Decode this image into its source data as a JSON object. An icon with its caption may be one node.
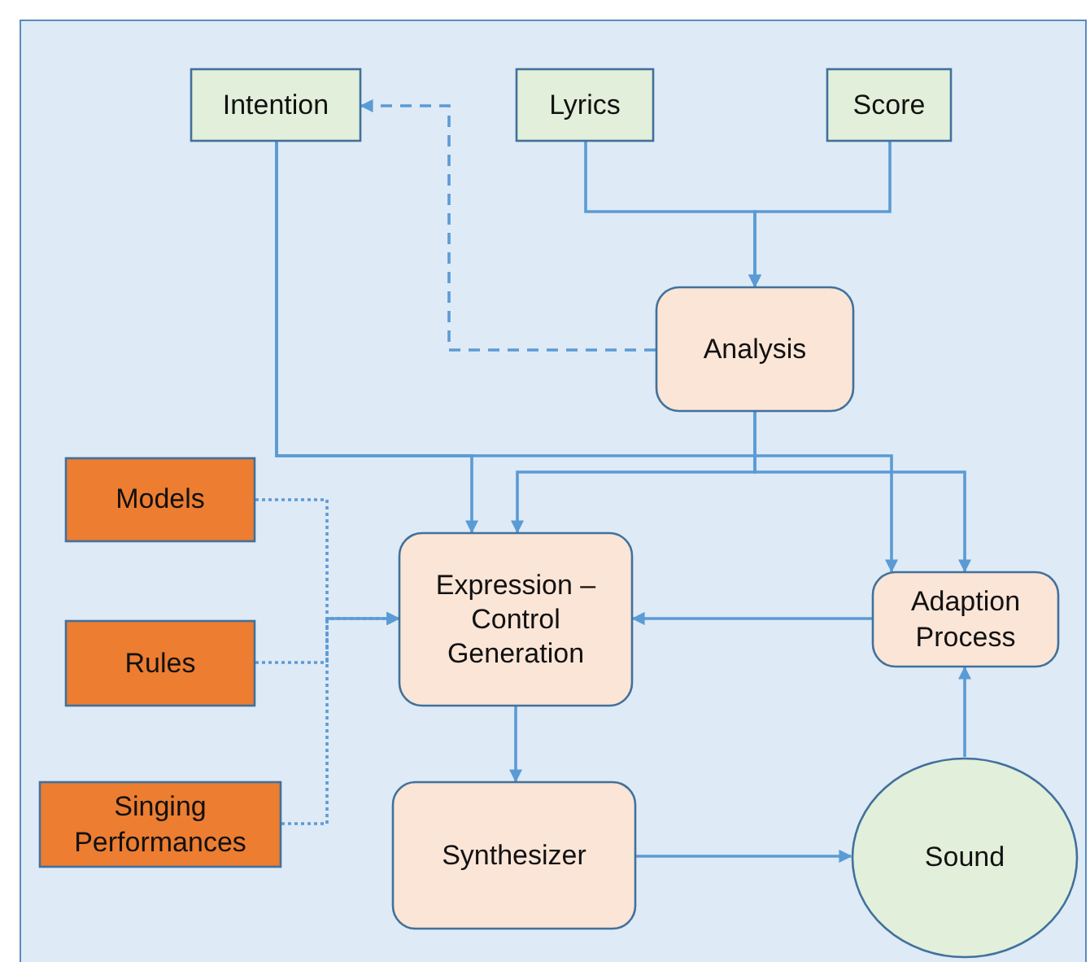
{
  "diagram": {
    "nodes": [
      {
        "text": [
          "Intention"
        ]
      },
      {
        "text": [
          "Lyrics"
        ]
      },
      {
        "text": [
          "Score"
        ]
      },
      {
        "text": [
          "Analysis"
        ]
      },
      {
        "text": [
          "Models"
        ]
      },
      {
        "text": [
          "Rules"
        ]
      },
      {
        "text": [
          "Singing Performances"
        ]
      },
      {
        "text": [
          "Expression – Control Generation"
        ]
      },
      {
        "text": [
          "Adaption Process"
        ]
      },
      {
        "text": [
          "Synthesizer"
        ]
      },
      {
        "text": [
          "Sound"
        ]
      }
    ],
    "edges": [
      {
        "from": 1,
        "to": 3,
        "arrow": "to"
      },
      {
        "from": 2,
        "to": 3,
        "arrow": "to"
      },
      {
        "from": 3,
        "to": 0,
        "arrow": "to",
        "style": "dashed"
      },
      {
        "from": 0,
        "to": 7,
        "arrow": "to"
      },
      {
        "from": 0,
        "to": 8,
        "arrow": "to"
      },
      {
        "from": 3,
        "to": 7,
        "arrow": "to"
      },
      {
        "from": 3,
        "to": 8,
        "arrow": "to"
      },
      {
        "from": 8,
        "to": 7,
        "arrow": "to"
      },
      {
        "from": 4,
        "to": 7,
        "arrow": "to",
        "style": "dashed"
      },
      {
        "from": 5,
        "to": 7,
        "arrow": "to",
        "style": "dashed"
      },
      {
        "from": 6,
        "to": 7,
        "arrow": "to",
        "style": "dashed"
      },
      {
        "from": 7,
        "to": 9,
        "arrow": "to"
      },
      {
        "from": 9,
        "to": 10,
        "arrow": "to"
      },
      {
        "from": 10,
        "to": 8,
        "arrow": "to"
      }
    ]
  }
}
